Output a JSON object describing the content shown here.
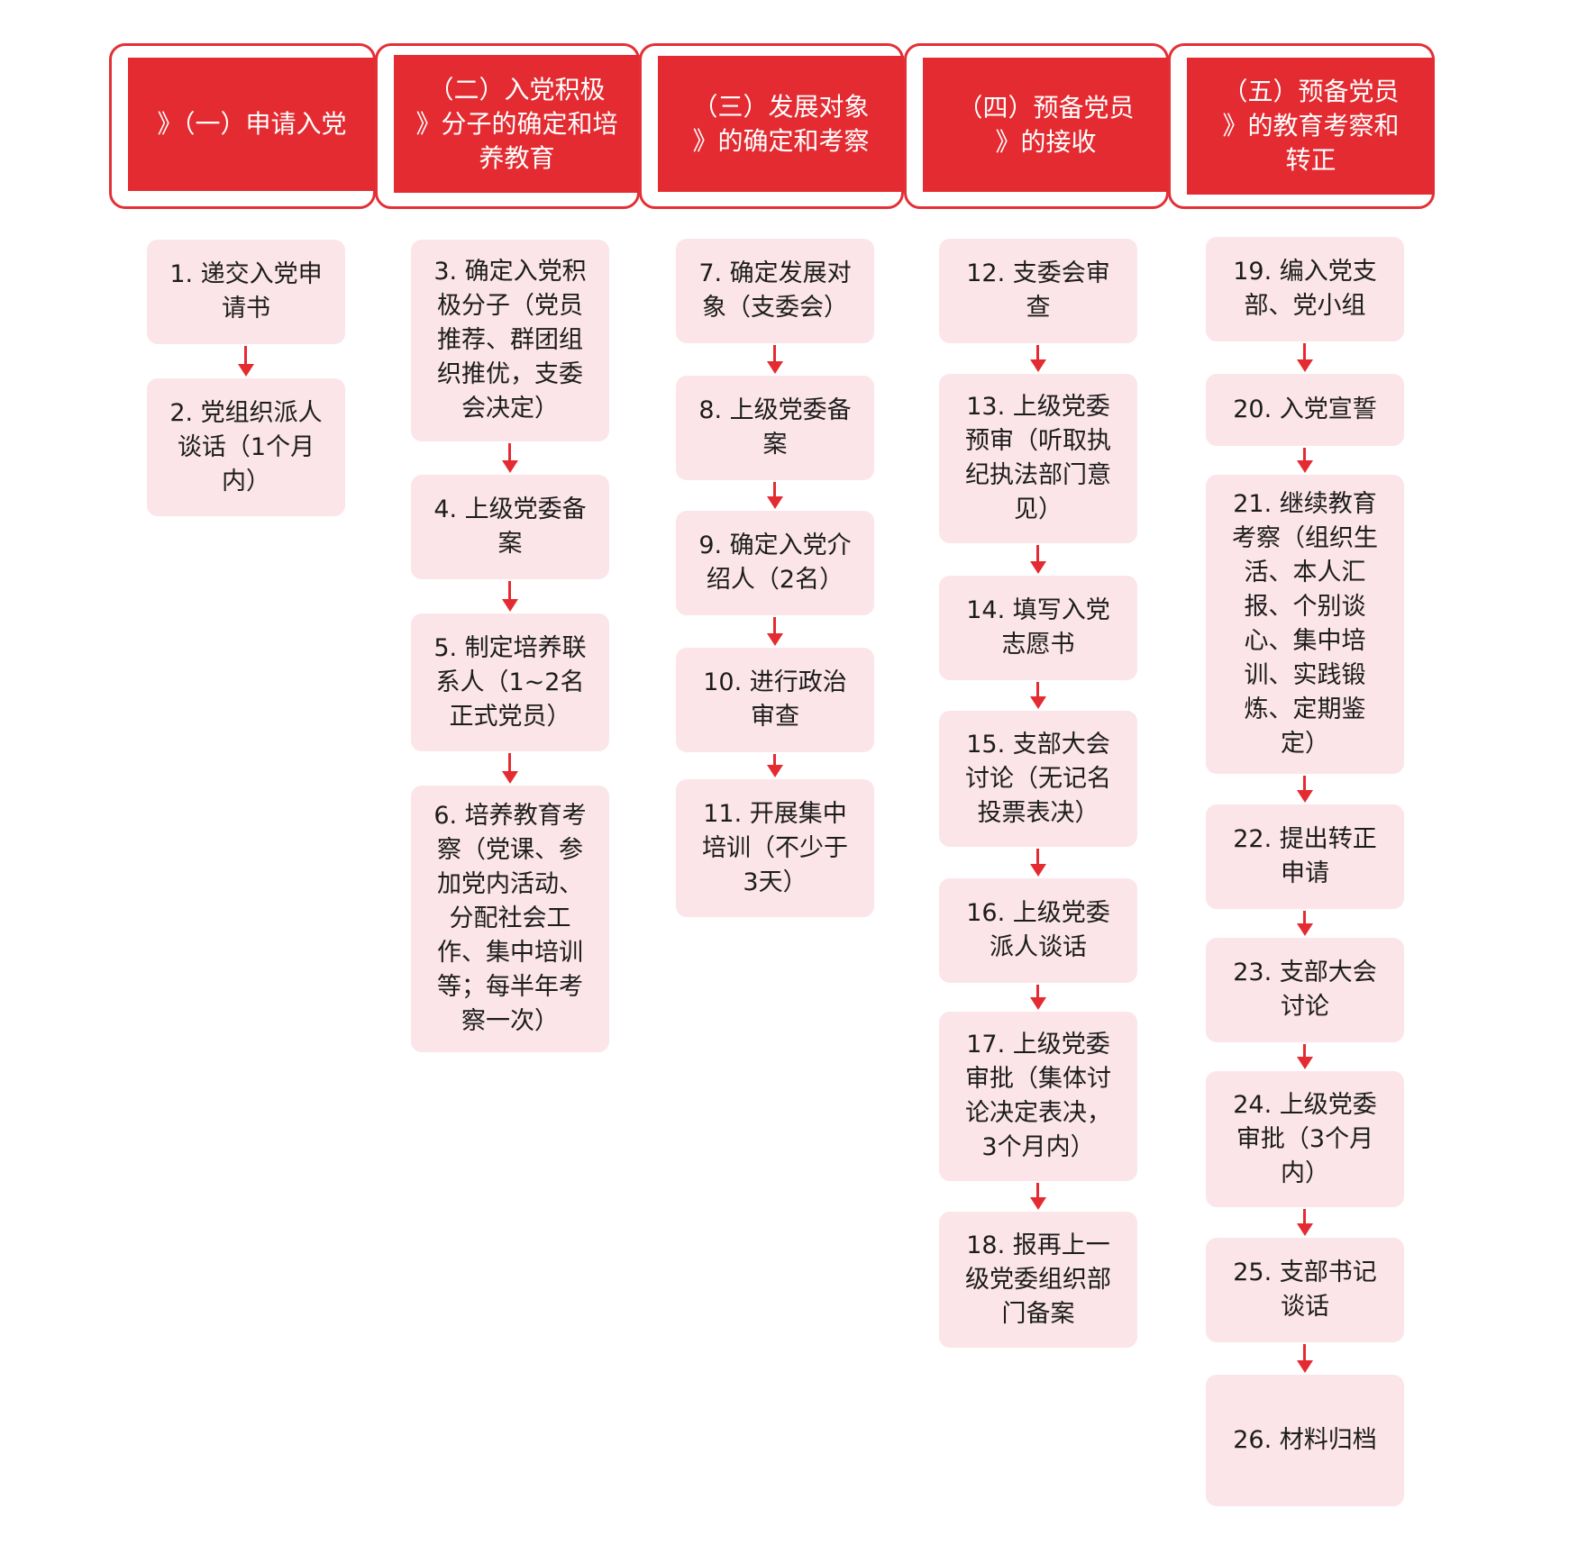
{
  "colors": {
    "header_fill": "#e32b31",
    "header_border": "#e33037",
    "step_fill": "#fbe5e8",
    "arrow": "#e32b31"
  },
  "stages": [
    {
      "title": "》（一）申请入党",
      "steps": [
        "1. 递交入党申请书",
        "2. 党组织派人谈话（1个月内）"
      ]
    },
    {
      "title": "（二）入党积极\n》分子的确定和培\n养教育",
      "steps": [
        "3. 确定入党积极分子（党员推荐、群团组织推优，支委会决定）",
        "4. 上级党委备案",
        "5. 制定培养联系人（1~2名正式党员）",
        "6. 培养教育考察（党课、参加党内活动、分配社会工作、集中培训等；每半年考察一次）"
      ]
    },
    {
      "title": "（三）发展对象\n》的确定和考察",
      "steps": [
        "7. 确定发展对象（支委会）",
        "8. 上级党委备案",
        "9. 确定入党介绍人（2名）",
        "10. 进行政治审查",
        "11. 开展集中培训（不少于3天）"
      ]
    },
    {
      "title": "（四）预备党员\n》的接收",
      "steps": [
        "12. 支委会审查",
        "13. 上级党委预审（听取执纪执法部门意见）",
        "14. 填写入党志愿书",
        "15. 支部大会讨论（无记名投票表决）",
        "16. 上级党委派人谈话",
        "17. 上级党委审批（集体讨论决定表决，3个月内）",
        "18. 报再上一级党委组织部门备案"
      ]
    },
    {
      "title": "（五）预备党员\n》的教育考察和\n转正",
      "steps": [
        "19. 编入党支部、党小组",
        "20. 入党宣誓",
        "21. 继续教育考察（组织生活、本人汇报、个别谈心、集中培训、实践锻炼、定期鉴定）",
        "22. 提出转正申请",
        "23. 支部大会讨论",
        "24. 上级党委审批（3个月内）",
        "25. 支部书记谈话",
        "26. 材料归档"
      ]
    }
  ]
}
